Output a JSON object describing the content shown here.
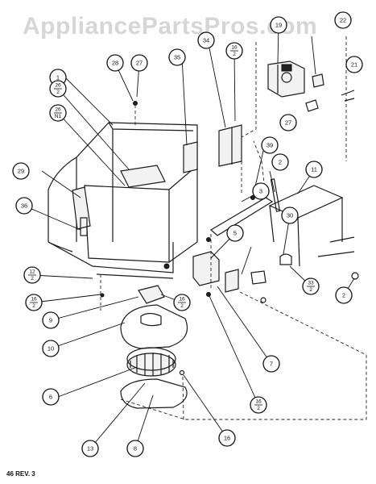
{
  "watermark": "AppliancePartsPros.com",
  "footer": "46 REV. 3",
  "callouts": [
    {
      "label": "1"
    },
    {
      "label": "2"
    },
    {
      "label": "2"
    },
    {
      "label": "3"
    },
    {
      "label": "5"
    },
    {
      "label": "6"
    },
    {
      "label": "7"
    },
    {
      "label": "8"
    },
    {
      "label": "9"
    },
    {
      "label": "10"
    },
    {
      "label": "11"
    },
    {
      "label": "13"
    },
    {
      "label": "16"
    },
    {
      "label": "19"
    },
    {
      "label": "21"
    },
    {
      "label": "22"
    },
    {
      "label": "27"
    },
    {
      "label": "27"
    },
    {
      "label": "28"
    },
    {
      "label": "29"
    },
    {
      "label": "30"
    },
    {
      "label": "34"
    },
    {
      "label": "35"
    },
    {
      "label": "36"
    },
    {
      "label": "39"
    }
  ],
  "fractions": [
    {
      "num": "12",
      "den": "2"
    },
    {
      "num": "16",
      "den": "2"
    },
    {
      "num": "16",
      "den": "2"
    },
    {
      "num": "16",
      "den": "2"
    },
    {
      "num": "16",
      "den": "2"
    },
    {
      "num": "26",
      "den": "2"
    },
    {
      "num": "26",
      "den": "N1"
    },
    {
      "num": "33",
      "den": "2"
    }
  ]
}
